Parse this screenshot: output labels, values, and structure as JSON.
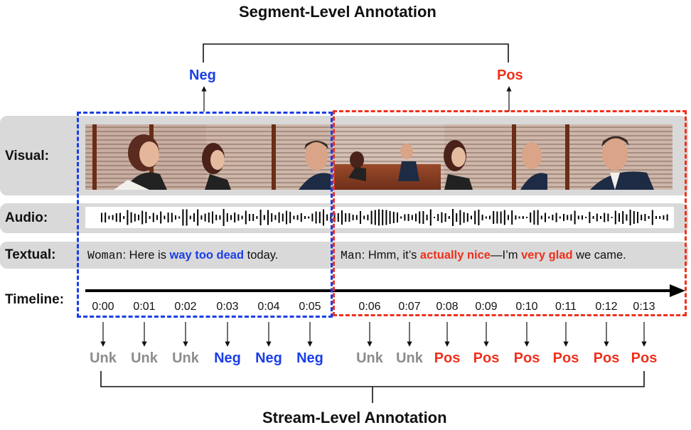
{
  "colors": {
    "neg": "#1a3ee8",
    "pos": "#f0301c",
    "unk": "#8c8c8c",
    "band": "#d9d9d9"
  },
  "titles": {
    "segment": "Segment-Level Annotation",
    "stream": "Stream-Level Annotation"
  },
  "segment_labels": {
    "first": "Neg",
    "second": "Pos"
  },
  "rows": {
    "visual": "Visual:",
    "audio": "Audio:",
    "textual": "Textual:",
    "timeline": "Timeline:"
  },
  "text_first": {
    "speaker": "Woman",
    "a": ": Here is ",
    "emph": "way too dead",
    "b": " today."
  },
  "text_second": {
    "speaker": "Man",
    "a": ": Hmm, it’s ",
    "emph1": "actually nice",
    "b": "—I’m ",
    "emph2": "very glad",
    "c": " we came."
  },
  "timeline_ticks": [
    "0:00",
    "0:01",
    "0:02",
    "0:03",
    "0:04",
    "0:05",
    "0:06",
    "0:07",
    "0:08",
    "0:09",
    "0:10",
    "0:11",
    "0:12",
    "0:13"
  ],
  "stream_labels": [
    "Unk",
    "Unk",
    "Unk",
    "Neg",
    "Neg",
    "Neg",
    "Unk",
    "Unk",
    "Pos",
    "Pos",
    "Pos",
    "Pos",
    "Pos",
    "Pos"
  ]
}
